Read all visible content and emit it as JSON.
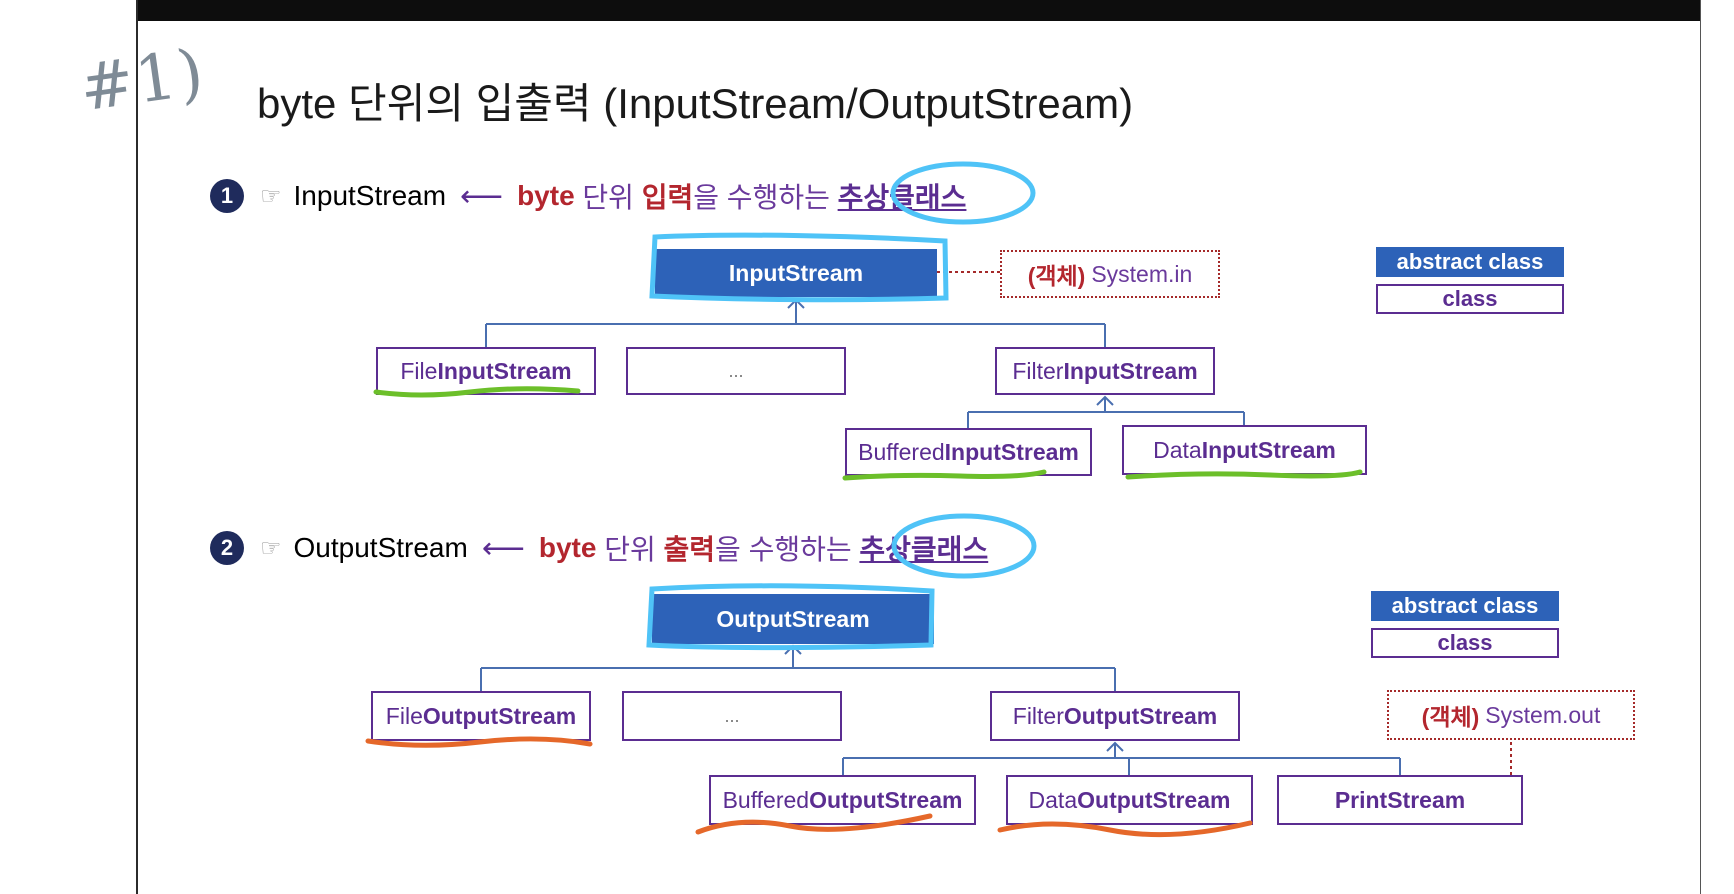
{
  "annotation": "#1)",
  "title": "byte 단위의 입출력 (InputStream/OutputStream)",
  "section1": {
    "number": "1",
    "hand_icon": "☞",
    "class_name": "InputStream",
    "arrow": "⟵",
    "desc_byte": "byte",
    "desc_unit": " 단위 ",
    "desc_action": "입력",
    "desc_rest": "을 수행하는 ",
    "desc_abstract": "추상클래스",
    "root": "InputStream",
    "object_label": "(객체)",
    "object_value": "System.in",
    "children": [
      {
        "prefix": "File",
        "main": "InputStream"
      },
      {
        "prefix": "",
        "main": "..."
      },
      {
        "prefix": "Filter",
        "main": "InputStream"
      }
    ],
    "grandchildren": [
      {
        "prefix": "Buffered",
        "main": "InputStream"
      },
      {
        "prefix": "Data",
        "main": "InputStream"
      }
    ],
    "legend_abstract": "abstract class",
    "legend_class": "class"
  },
  "section2": {
    "number": "2",
    "hand_icon": "☞",
    "class_name": "OutputStream",
    "arrow": "⟵",
    "desc_byte": "byte",
    "desc_unit": " 단위 ",
    "desc_action": "출력",
    "desc_rest": "을 수행하는 ",
    "desc_abstract": "추상클래스",
    "root": "OutputStream",
    "object_label": "(객체)",
    "object_value": "System.out",
    "children": [
      {
        "prefix": "File",
        "main": "OutputStream"
      },
      {
        "prefix": "",
        "main": "..."
      },
      {
        "prefix": "Filter",
        "main": "OutputStream"
      }
    ],
    "grandchildren": [
      {
        "prefix": "Buffered",
        "main": "OutputStream"
      },
      {
        "prefix": "Data",
        "main": "OutputStream"
      },
      {
        "prefix": "",
        "main": "PrintStream"
      }
    ],
    "legend_abstract": "abstract class",
    "legend_class": "class"
  },
  "colors": {
    "abstract_fill": "#2d62b8",
    "border_purple": "#5b2d91",
    "keyword_red": "#b3262e",
    "highlight_cyan": "#4fc3f7",
    "underline_green": "#6cbf2a",
    "underline_orange": "#e5682a"
  }
}
